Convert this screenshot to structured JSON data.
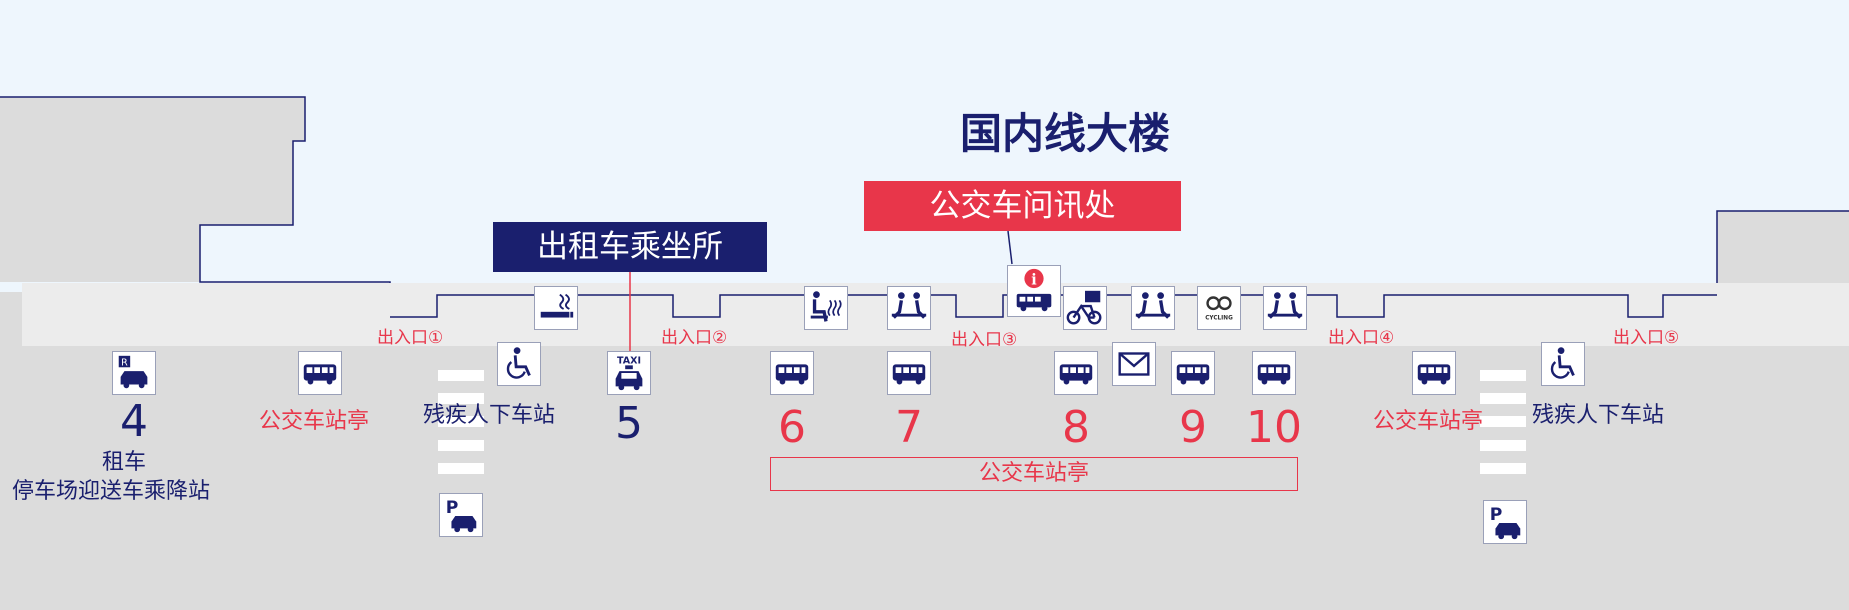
{
  "map": {
    "title": "国内线大楼",
    "taxi_banner": "出租车乘坐所",
    "bus_banner": "公交车问讯处",
    "exits": [
      "出入口①",
      "出入口②",
      "出入口③",
      "出入口④",
      "出入口⑤"
    ],
    "stops": [
      {
        "num": "4",
        "label": "租车",
        "sub": "停车场迎送车乘降站"
      },
      {
        "label": "公交车站亭"
      },
      {
        "label": "残疾人下车站"
      },
      {
        "num": "5"
      },
      {
        "num": "6"
      },
      {
        "num": "7"
      },
      {
        "num": "8"
      },
      {
        "num": "9"
      },
      {
        "num": "10"
      },
      {
        "label": "公交车站亭"
      },
      {
        "label": "残疾人下车站"
      }
    ],
    "bus_stop_group_label": "公交车站亭",
    "taxi_sign_text": "TAXI",
    "cycling_sign_text": "CYCLING",
    "colors": {
      "navy": "#1a1f6e",
      "red": "#e8364a",
      "gray": "#dcdcdc",
      "light_gray": "#ececec",
      "sky": "#eef6fd"
    },
    "icons": [
      "rental-car-icon",
      "bus-icon",
      "wheelchair-icon",
      "parking-icon",
      "smoking-area-icon",
      "taxi-icon",
      "waiting-seat-icon",
      "bench-icon",
      "info-bus-icon",
      "bike-share-icon",
      "mail-icon",
      "cycling-icon"
    ]
  }
}
